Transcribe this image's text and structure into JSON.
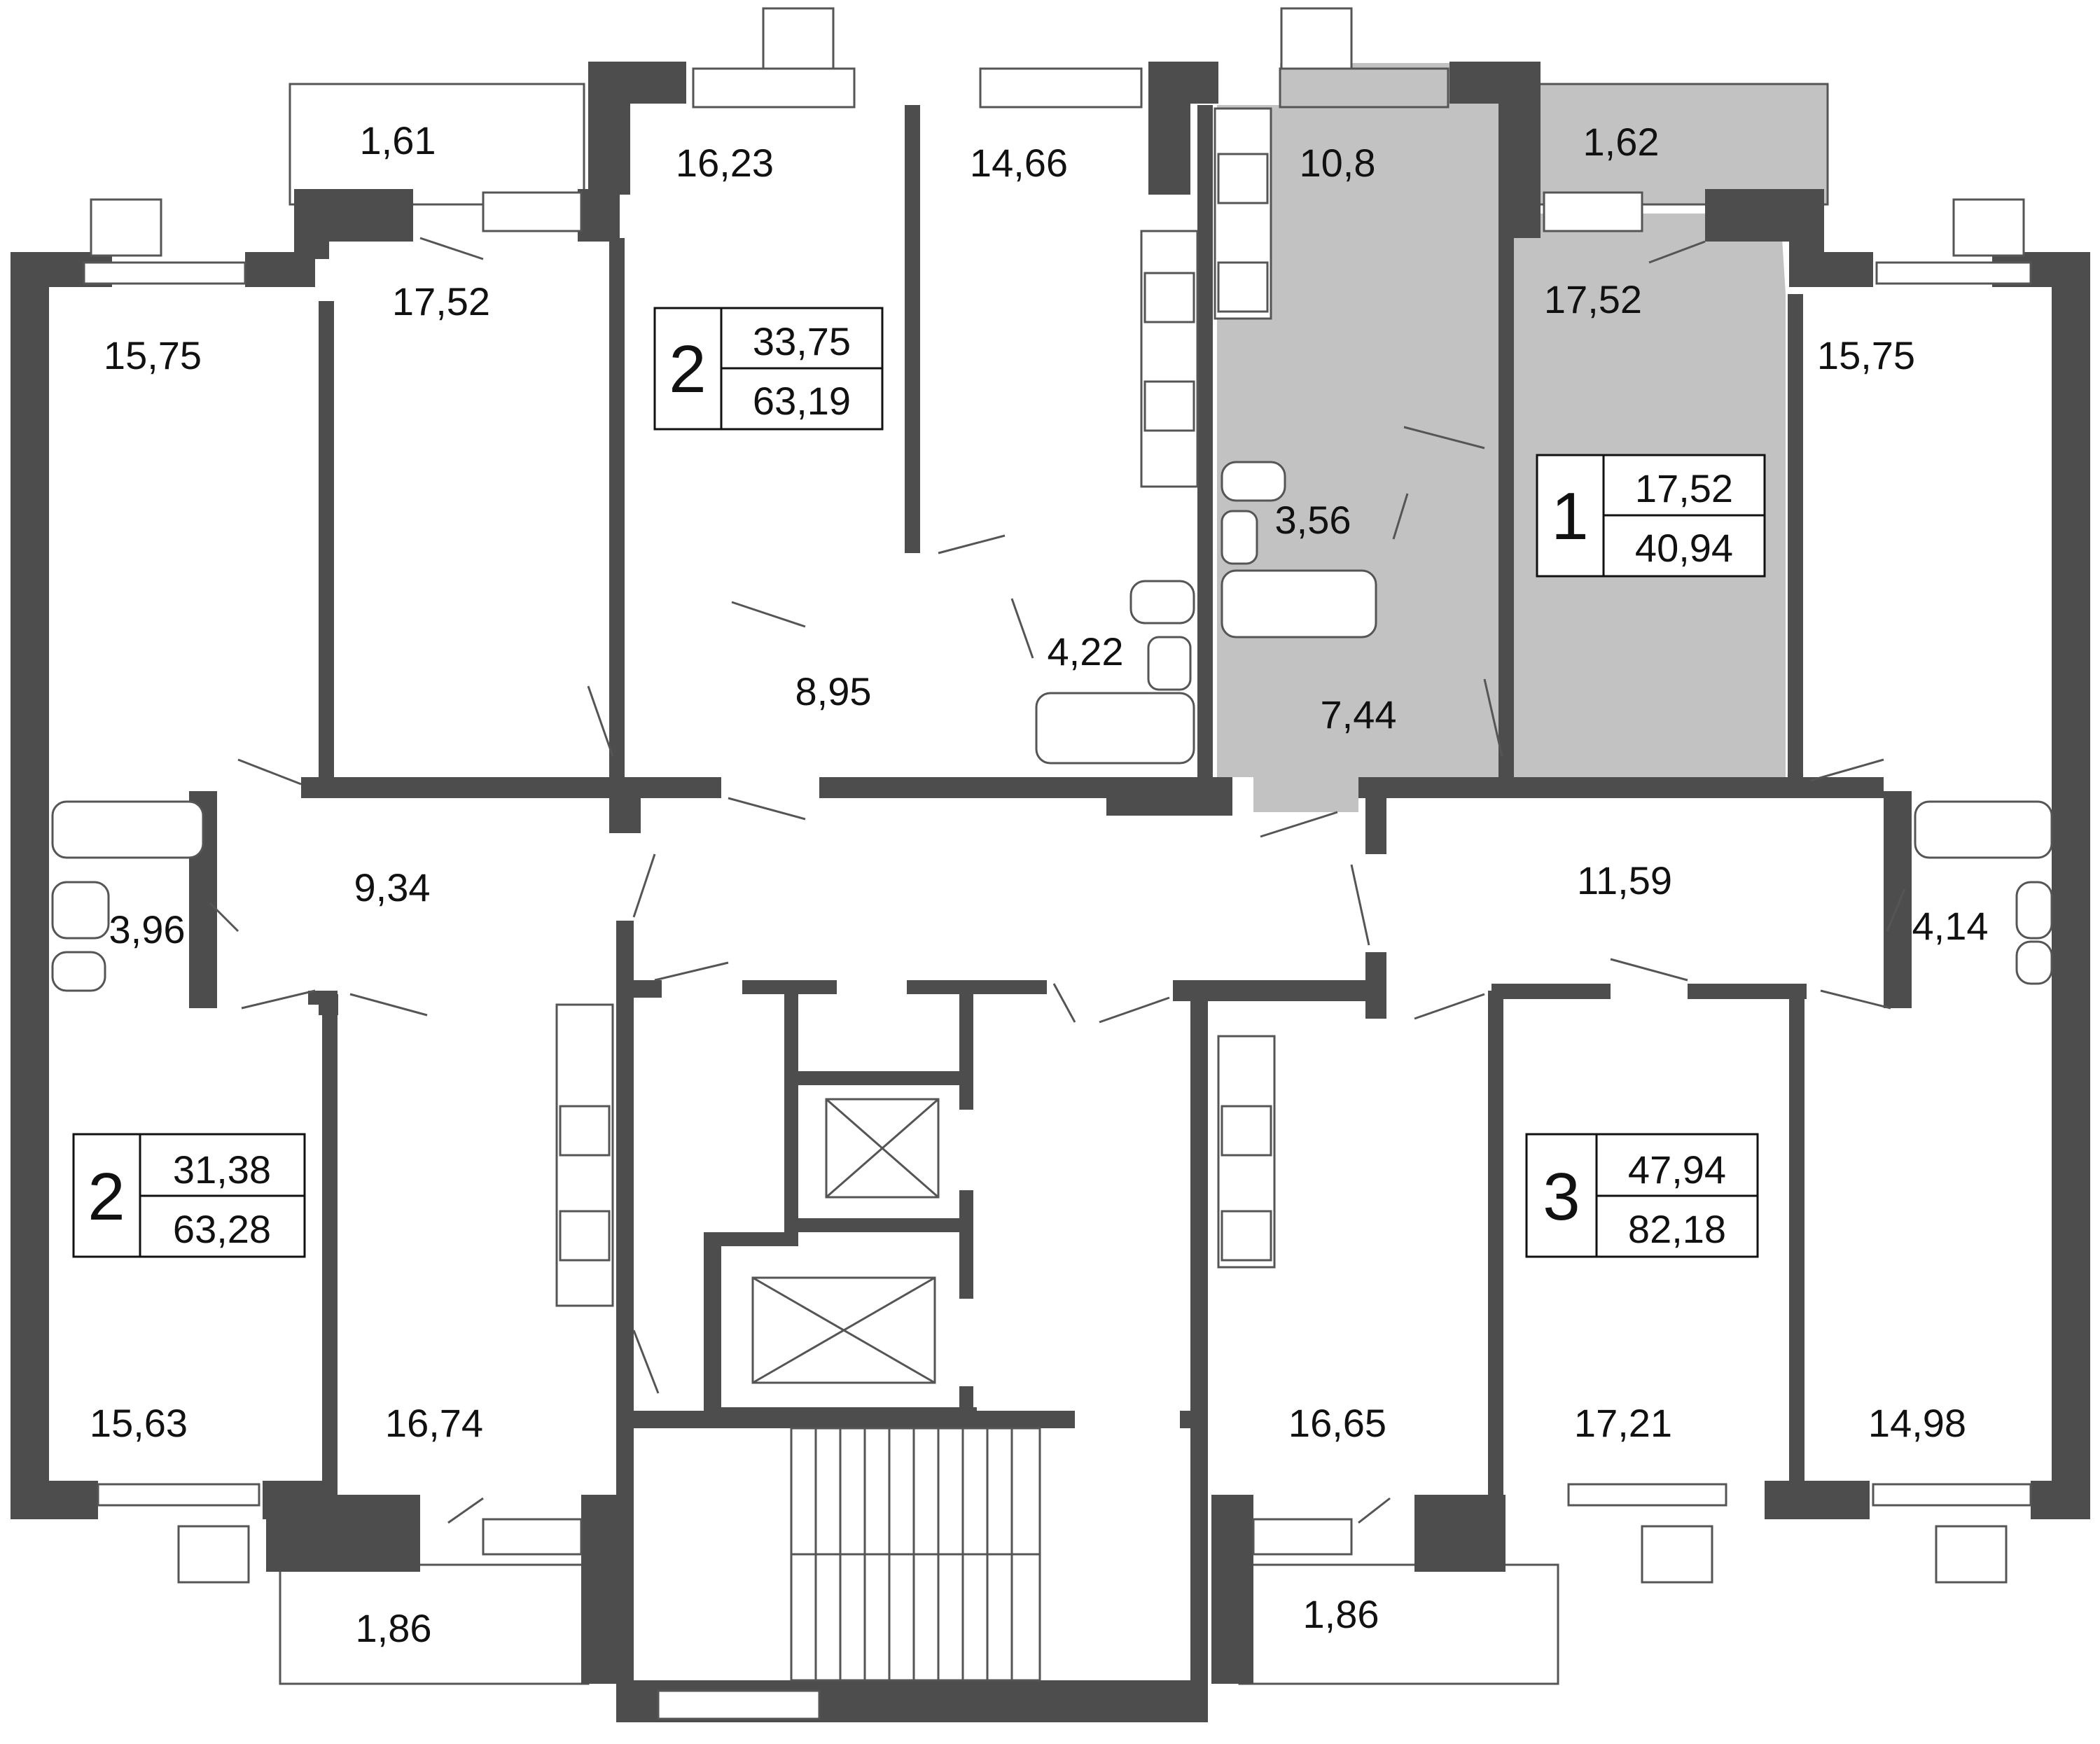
{
  "colors": {
    "wall": "#4d4d4d",
    "highlight": "#c2c2c2",
    "line": "#555555",
    "text": "#111111"
  },
  "highlight_apartment": "1",
  "apartments": [
    {
      "rooms": "2",
      "living": "33,75",
      "total": "63,19"
    },
    {
      "rooms": "1",
      "living": "17,52",
      "total": "40,94"
    },
    {
      "rooms": "2",
      "living": "31,38",
      "total": "63,28"
    },
    {
      "rooms": "3",
      "living": "47,94",
      "total": "82,18"
    }
  ],
  "areas": [
    "1,61",
    "16,23",
    "14,66",
    "10,8",
    "1,62",
    "17,52",
    "15,75",
    "17,52",
    "15,75",
    "3,56",
    "4,22",
    "8,95",
    "7,44",
    "9,34",
    "3,96",
    "11,59",
    "4,14",
    "15,63",
    "16,74",
    "16,65",
    "17,21",
    "14,98",
    "1,86",
    "1,86"
  ],
  "icons": [
    "bathtub-icon",
    "sink-icon",
    "toilet-icon",
    "stove-icon",
    "elevator-icon",
    "stairs-icon",
    "window-icon",
    "door-swing-icon"
  ]
}
